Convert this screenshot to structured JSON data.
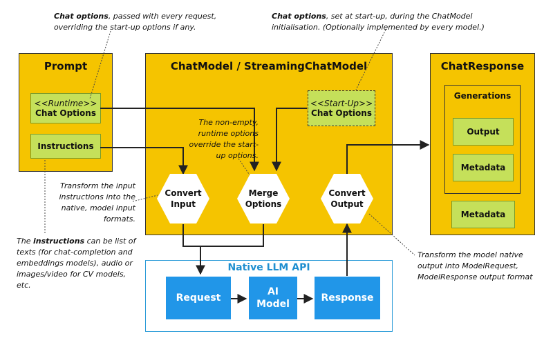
{
  "notes": {
    "top_left": {
      "bold": "Chat options",
      "text": ", passed with every  request, overriding the start-up options if any."
    },
    "top_right": {
      "bold": "Chat options",
      "text": ", set at start-up, during  the ChatModel initialisation. (Optionally implemented by every model.)"
    },
    "override": "The non-empty, runtime options override the start-up options.",
    "transform_input": "Transform the input instructions into the native, model input formats.",
    "instructions": {
      "pre": "The ",
      "bold": "instructions",
      "text": " can be list of texts (for chat-completion and embeddings models), audio or images/video for CV models, etc."
    },
    "transform_output": "Transform the model native output into ModelRequest, ModelResponse output format"
  },
  "prompt": {
    "title": "Prompt",
    "runtime_tag": "<<Runtime>>",
    "chat_options": "Chat Options",
    "instructions": "Instructions"
  },
  "chatmodel": {
    "title": "ChatModel / StreamingChatModel",
    "startup_tag": "<<Start-Up>>",
    "chat_options": "Chat Options",
    "convert_input": [
      "Convert",
      "Input"
    ],
    "merge_options": [
      "Merge",
      "Options"
    ],
    "convert_output": [
      "Convert",
      "Output"
    ]
  },
  "response": {
    "title": "ChatResponse",
    "generations": "Generations",
    "output": "Output",
    "gen_metadata": "Metadata",
    "metadata": "Metadata"
  },
  "api": {
    "title": "Native LLM API",
    "request": "Request",
    "model": [
      "AI",
      "Model"
    ],
    "response": "Response"
  },
  "colors": {
    "panel": "#f5c400",
    "green": "#c5e05a",
    "blue": "#2196e8",
    "api_border": "#2a9bd8"
  }
}
